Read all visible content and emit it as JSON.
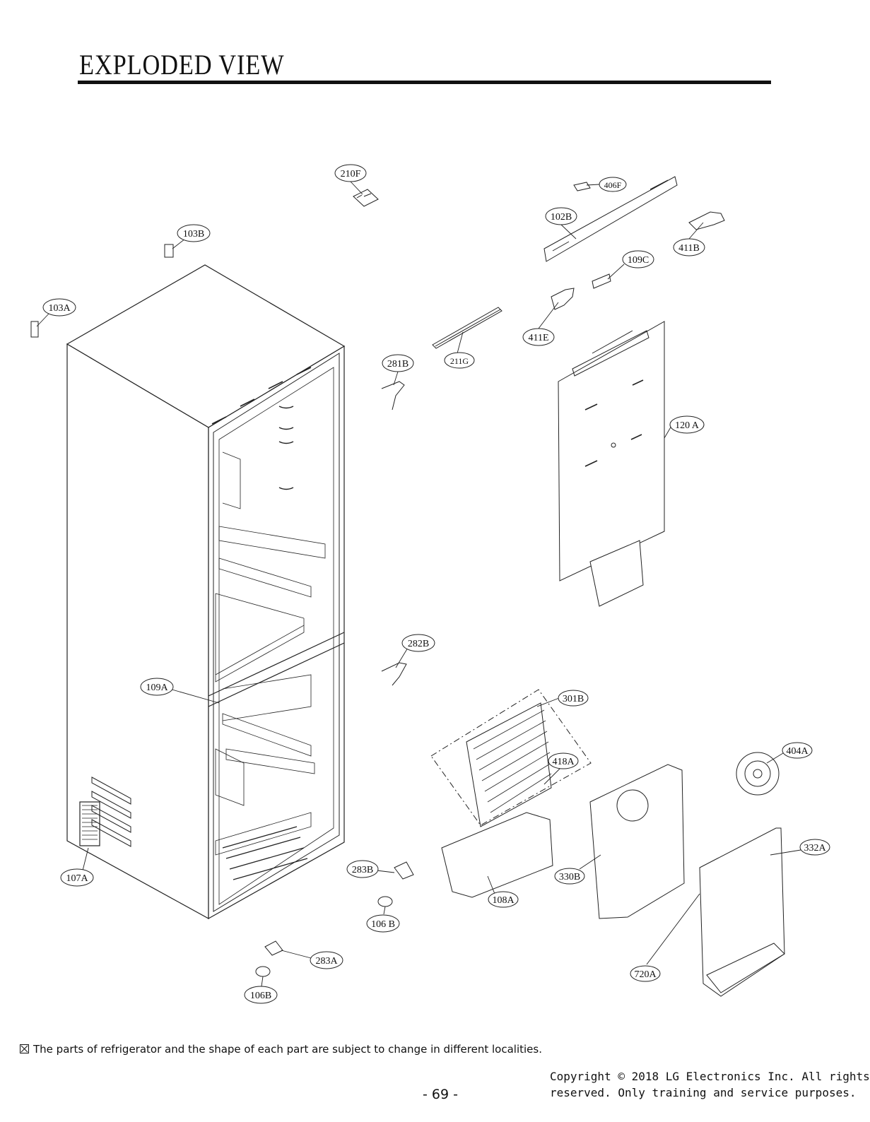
{
  "title": "EXPLODED VIEW",
  "notice": "The parts of refrigerator and the shape of each part are subject to change in different localities.",
  "page_number": "- 69 -",
  "copyright_lines": [
    "Copyright © 2018 LG Electronics Inc. All rights",
    "reserved. Only training and service purposes."
  ],
  "callouts": [
    {
      "id": "c-210F",
      "label": "210F"
    },
    {
      "id": "c-406F",
      "label": "406F"
    },
    {
      "id": "c-102B",
      "label": "102B"
    },
    {
      "id": "c-411B",
      "label": "411B"
    },
    {
      "id": "c-109C",
      "label": "109C"
    },
    {
      "id": "c-103B",
      "label": "103B"
    },
    {
      "id": "c-103A",
      "label": "103A"
    },
    {
      "id": "c-411E",
      "label": "411E"
    },
    {
      "id": "c-281B",
      "label": "281B"
    },
    {
      "id": "c-211G",
      "label": "211G"
    },
    {
      "id": "c-120A",
      "label": "120 A"
    },
    {
      "id": "c-282B",
      "label": "282B"
    },
    {
      "id": "c-109A",
      "label": "109A"
    },
    {
      "id": "c-301B",
      "label": "301B"
    },
    {
      "id": "c-418A",
      "label": "418A"
    },
    {
      "id": "c-404A",
      "label": "404A"
    },
    {
      "id": "c-332A",
      "label": "332A"
    },
    {
      "id": "c-330B",
      "label": "330B"
    },
    {
      "id": "c-283B",
      "label": "283B"
    },
    {
      "id": "c-108A",
      "label": "108A"
    },
    {
      "id": "c-107A",
      "label": "107A"
    },
    {
      "id": "c-106B-1",
      "label": "106 B"
    },
    {
      "id": "c-283A",
      "label": "283A"
    },
    {
      "id": "c-106B-2",
      "label": "106B"
    },
    {
      "id": "c-720A",
      "label": "720A"
    }
  ]
}
